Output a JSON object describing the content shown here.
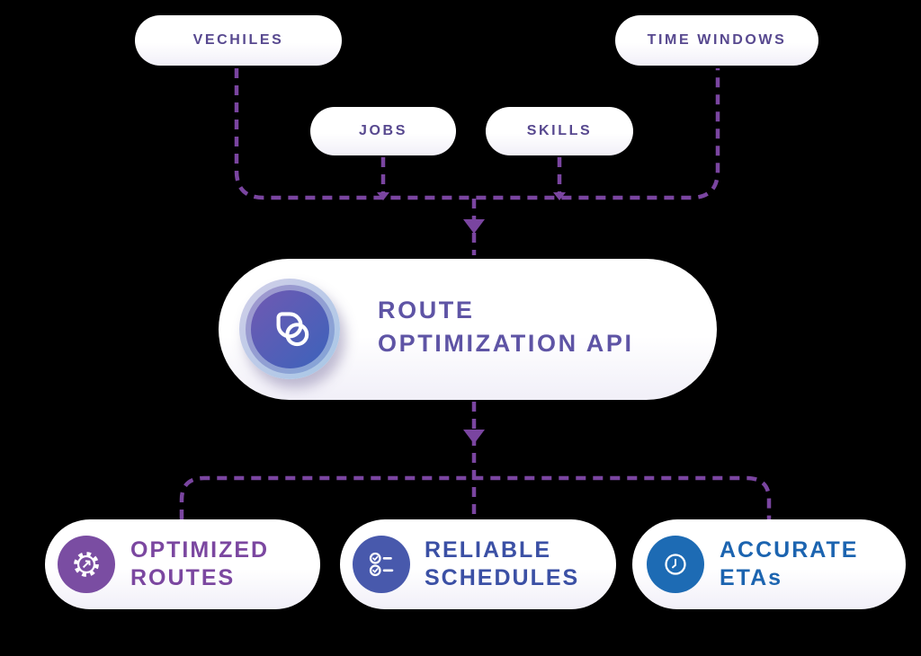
{
  "inputs": [
    {
      "label": "VECHILES"
    },
    {
      "label": "JOBS"
    },
    {
      "label": "SKILLS"
    },
    {
      "label": "TIME WINDOWS"
    }
  ],
  "center": {
    "title_line1": "ROUTE",
    "title_line2": "OPTIMIZATION API",
    "icon": "route-optimization-logo-icon"
  },
  "outputs": [
    {
      "line1": "OPTIMIZED",
      "line2": "ROUTES",
      "icon": "gear-compass-icon",
      "icon_bg": "#7a4da2",
      "text_color": "#7b47a0"
    },
    {
      "line1": "RELIABLE",
      "line2": "SCHEDULES",
      "icon": "checklist-icon",
      "icon_bg": "#4859ac",
      "text_color": "#3b50a5"
    },
    {
      "line1": "ACCURATE",
      "line2": "ETAs",
      "icon": "clock-icon",
      "icon_bg": "#1d6bb4",
      "text_color": "#1c64b0"
    }
  ],
  "colors": {
    "background": "#000000",
    "shadow_lavender": "#a79ad3",
    "dashed_line": "#7a45a0",
    "input_label": "#57488f",
    "api_title": "#5e54a5",
    "pill_background": "#ffffff",
    "logo_gradient_start": "#7059b2",
    "logo_gradient_end": "#3c63bb"
  }
}
